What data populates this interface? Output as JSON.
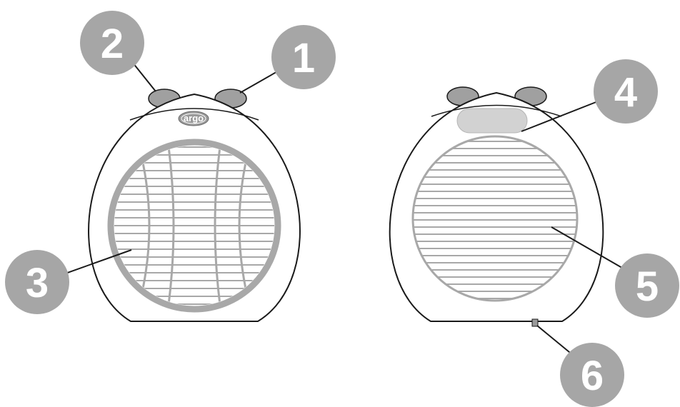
{
  "brand": {
    "logo_text": "argo"
  },
  "callouts": [
    {
      "number": "1",
      "part": "front-knob-right"
    },
    {
      "number": "2",
      "part": "front-knob-left"
    },
    {
      "number": "3",
      "part": "front-grille"
    },
    {
      "number": "4",
      "part": "rear-handle"
    },
    {
      "number": "5",
      "part": "rear-grille"
    },
    {
      "number": "6",
      "part": "rear-base-switch"
    }
  ],
  "colors": {
    "outline": "#1a1a1a",
    "grille": "#a8a8a8",
    "callout_fill": "#a6a6a6",
    "knob_fill": "#a0a0a0",
    "handle_fill": "#d2d2d2"
  }
}
